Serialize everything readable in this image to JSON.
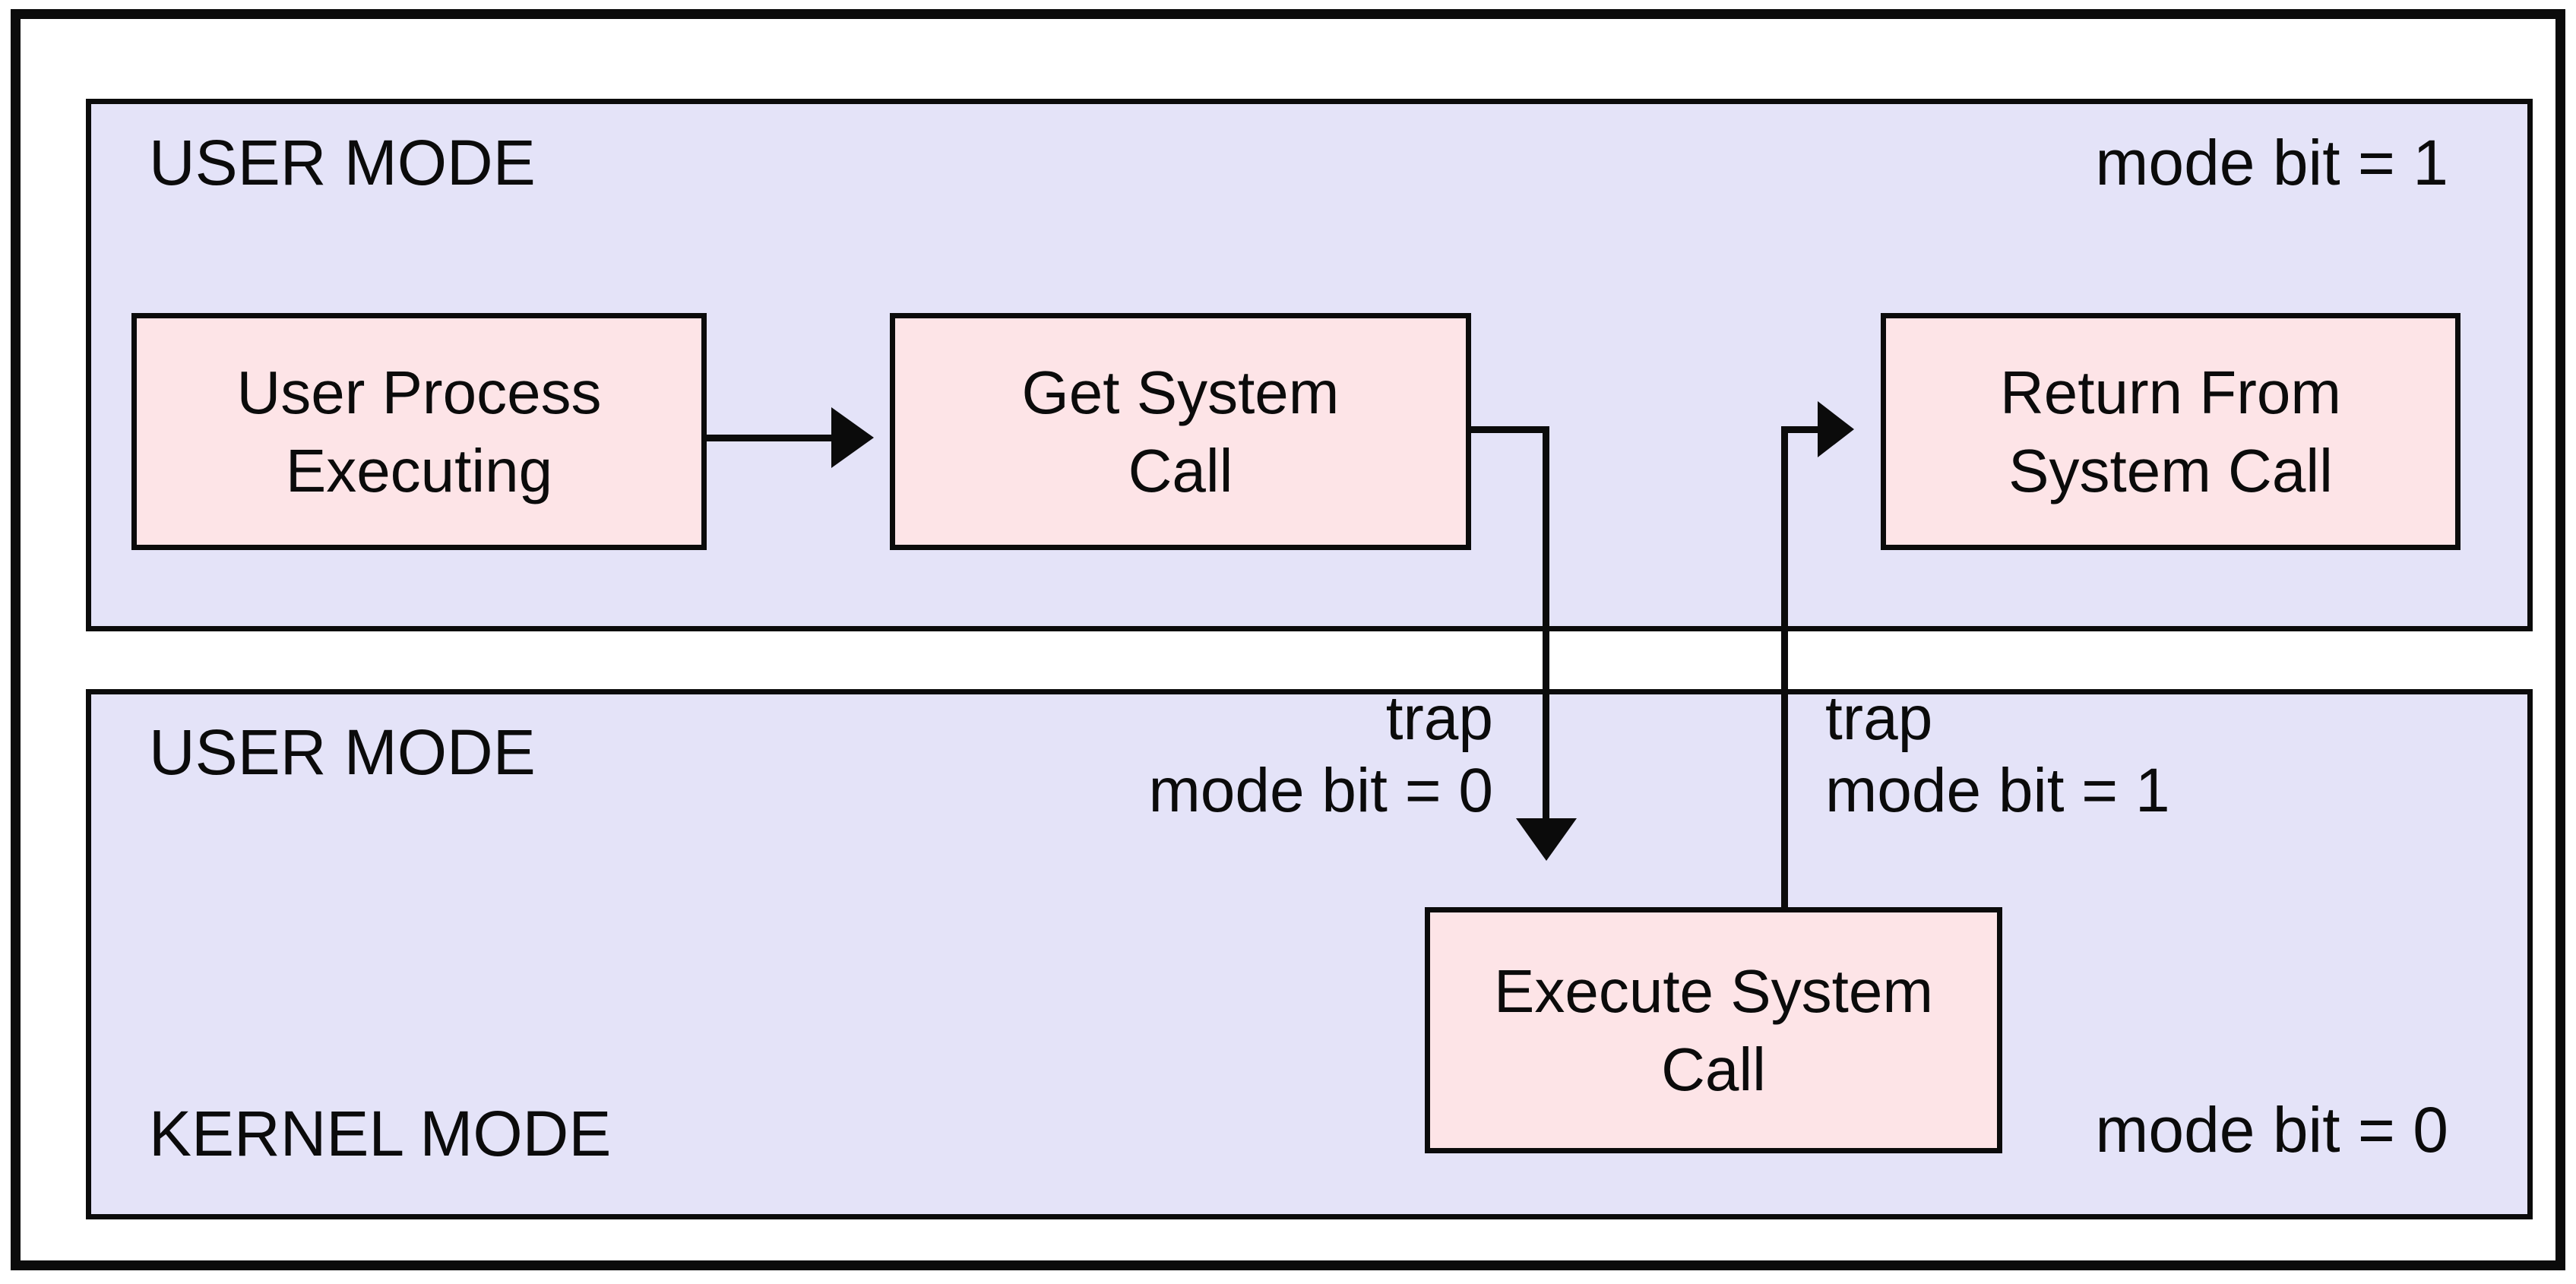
{
  "colors": {
    "region_fill": "#e4e3f8",
    "node_fill": "#fde4e7",
    "line_color": "#0b0b0b",
    "canvas_bg": "#ffffff"
  },
  "regions": {
    "top": {
      "label": "USER MODE",
      "mode_bit": "mode bit = 1"
    },
    "bottom": {
      "label": "USER MODE",
      "kernel_label": "KERNEL MODE",
      "mode_bit": "mode bit = 0"
    }
  },
  "nodes": {
    "user_process": "User Process\nExecuting",
    "get_system_call": "Get System\nCall",
    "return_from_system_call": "Return From\nSystem Call",
    "execute_system_call": "Execute System\nCall"
  },
  "traps": {
    "to_kernel": "trap\nmode bit = 0",
    "to_user": "trap\nmode bit = 1"
  }
}
